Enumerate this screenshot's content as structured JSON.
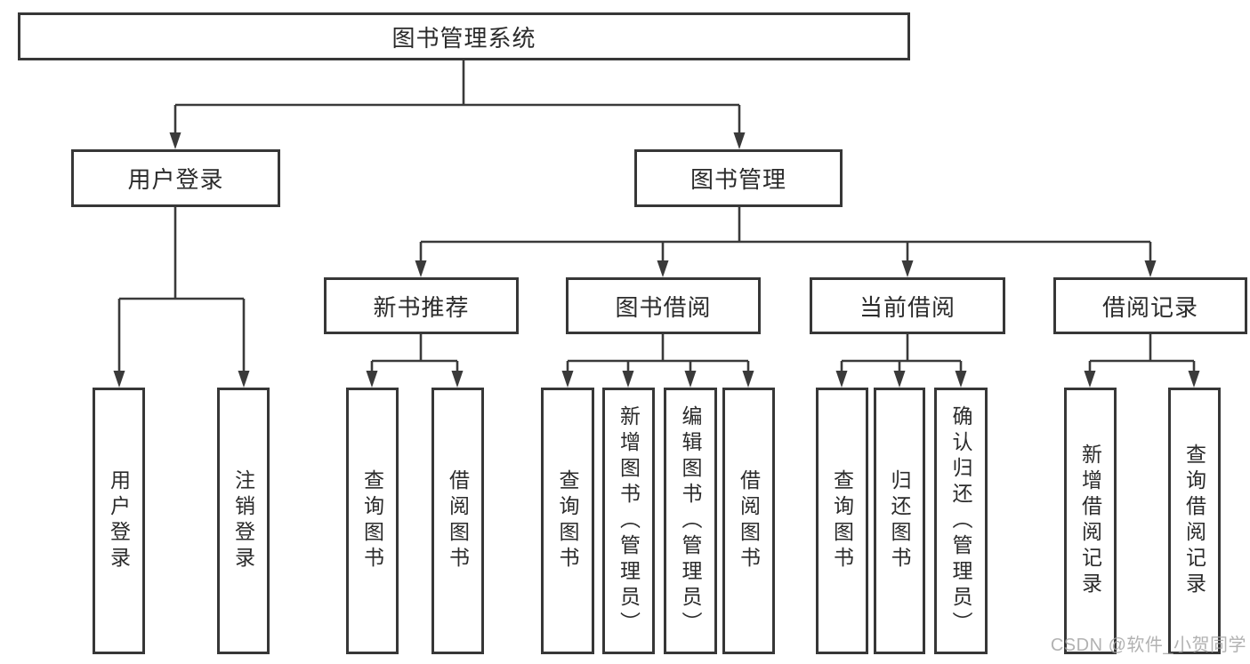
{
  "diagram_title": "图书管理系统",
  "nodes": {
    "root": {
      "label": "图书管理系统"
    },
    "user_login": {
      "label": "用户登录"
    },
    "book_management": {
      "label": "图书管理"
    },
    "new_book_recommend": {
      "label": "新书推荐"
    },
    "book_borrow": {
      "label": "图书借阅"
    },
    "current_borrow": {
      "label": "当前借阅"
    },
    "borrow_record": {
      "label": "借阅记录"
    }
  },
  "leaves": [
    {
      "label": "用户登录"
    },
    {
      "label": "注销登录"
    },
    {
      "label": "查询图书"
    },
    {
      "label": "借阅图书"
    },
    {
      "label": "查询图书"
    },
    {
      "label": "新增图书（管理员）"
    },
    {
      "label": "编辑图书（管理员）"
    },
    {
      "label": "借阅图书"
    },
    {
      "label": "查询图书"
    },
    {
      "label": "归还图书"
    },
    {
      "label": "确认归还（管理员）"
    },
    {
      "label": "新增借阅记录"
    },
    {
      "label": "查询借阅记录"
    }
  ],
  "watermark": {
    "text": "CSDN @软件_小贺同学"
  },
  "colors": {
    "line": "#3a3a3a",
    "border": "#373737",
    "text": "#2b2b2b",
    "watermark": "#a4a4a4",
    "background": "#ffffff"
  }
}
